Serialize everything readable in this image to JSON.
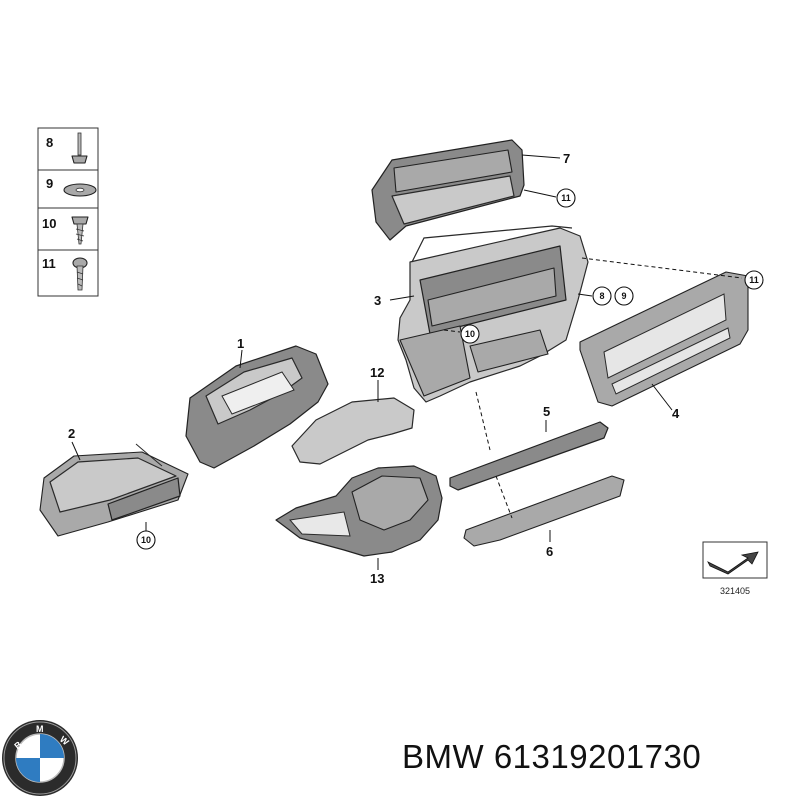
{
  "callouts": {
    "c1": "1",
    "c2": "2",
    "c3": "3",
    "c4": "4",
    "c5": "5",
    "c6": "6",
    "c7": "7",
    "c12": "12",
    "c13": "13",
    "c8_9": "8",
    "c9_9": "9",
    "circ_11a": "11",
    "circ_11b": "11",
    "circ_10a": "10",
    "circ_10b": "10"
  },
  "hardware_box": {
    "rows": [
      "8",
      "9",
      "10",
      "11"
    ]
  },
  "diagram_ref": "321405",
  "logo": {
    "text": "BMW"
  },
  "caption": {
    "brand": "BMW",
    "part_number": "61319201730"
  },
  "colors": {
    "part_fill": "#c9c9c9",
    "part_dark": "#8a8a8a",
    "line": "#111111"
  }
}
